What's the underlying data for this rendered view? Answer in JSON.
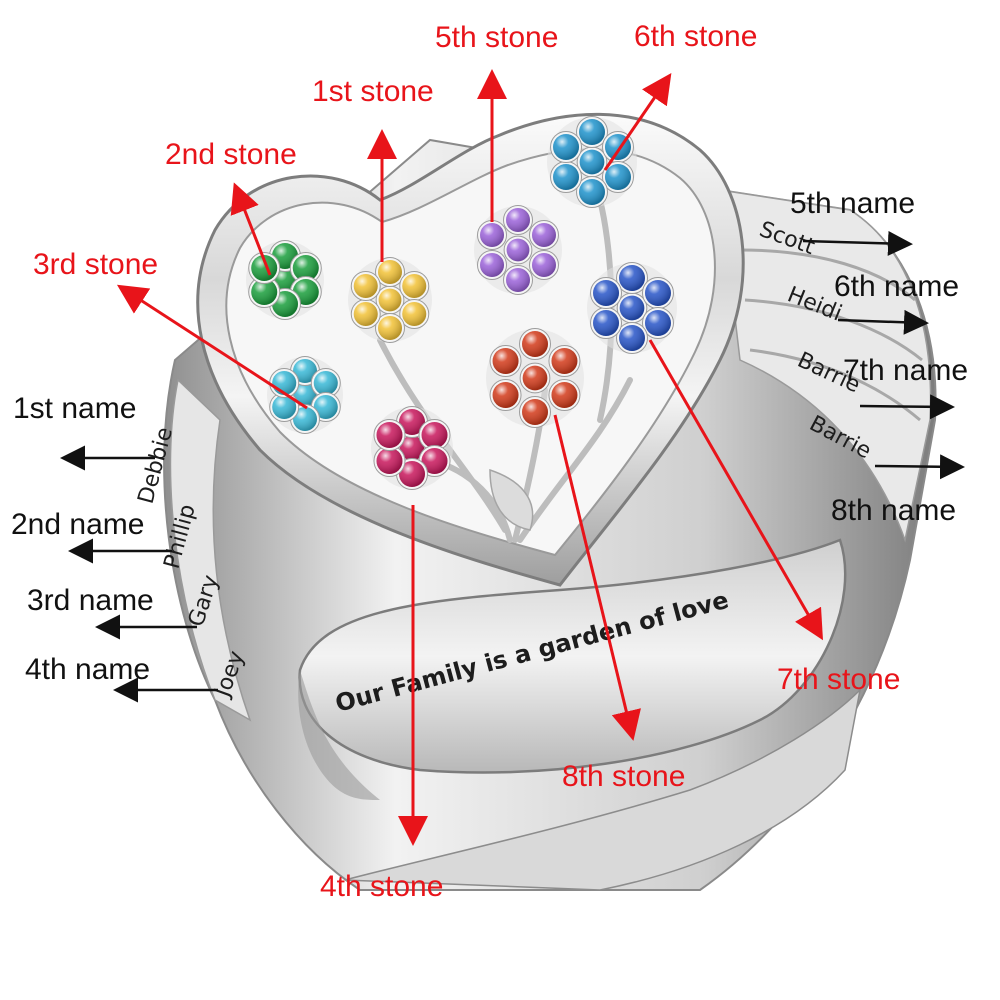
{
  "stone_labels": {
    "s1": "1st stone",
    "s2": "2nd stone",
    "s3": "3rd stone",
    "s4": "4th stone",
    "s5": "5th stone",
    "s6": "6th stone",
    "s7": "7th stone",
    "s8": "8th stone"
  },
  "name_labels": {
    "n1": "1st name",
    "n2": "2nd name",
    "n3": "3rd name",
    "n4": "4th name",
    "n5": "5th name",
    "n6": "6th name",
    "n7": "7th name",
    "n8": "8th name"
  },
  "engraved_names": {
    "left": [
      "Debbie",
      "Phillip",
      "Gary",
      "Joey"
    ],
    "right": [
      "Scott",
      "Heidi",
      "Barrie",
      "Barrie"
    ]
  },
  "inner_engraving": "Our Family is a garden of love",
  "colors": {
    "label_red": "#e8141a",
    "arrow_red": "#e8141a",
    "arrow_black": "#111111",
    "stone_1": "#f2c237",
    "stone_2": "#1a9e3c",
    "stone_3": "#38b8d6",
    "stone_4": "#c8175c",
    "stone_5": "#9b62d9",
    "stone_6": "#1f93cc",
    "stone_7": "#2855c8",
    "stone_8": "#d23a1a"
  }
}
